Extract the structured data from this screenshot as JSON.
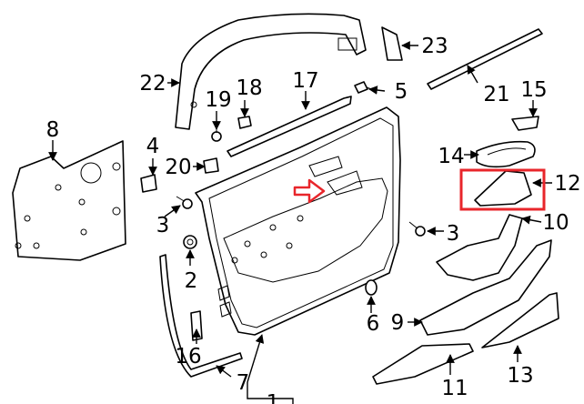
{
  "callouts": {
    "c1": "1",
    "c2": "2",
    "c3a": "3",
    "c3b": "3",
    "c4": "4",
    "c5": "5",
    "c6": "6",
    "c7": "7",
    "c8": "8",
    "c9": "9",
    "c10": "10",
    "c11": "11",
    "c12": "12",
    "c13": "13",
    "c14": "14",
    "c15": "15",
    "c16": "16",
    "c17": "17",
    "c18": "18",
    "c19": "19",
    "c20": "20",
    "c21": "21",
    "c22": "22",
    "c23": "23"
  },
  "colors": {
    "highlight_box": "#e8262b",
    "highlight_arrow": "#e8262b",
    "line_art": "#000000"
  },
  "highlighted_part": "12"
}
